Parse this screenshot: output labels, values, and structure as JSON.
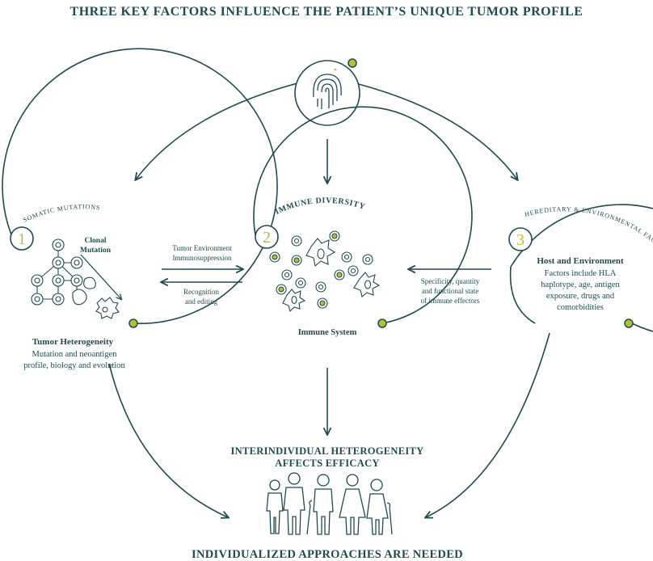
{
  "colors": {
    "teal": "#1f4b4f",
    "accent": "#b6bf3a",
    "white": "#ffffff"
  },
  "title": "THREE KEY FACTORS INFLUENCE THE PATIENT’S UNIQUE TUMOR PROFILE",
  "top_icon": "fingerprint-icon",
  "factors": [
    {
      "number": "1",
      "arc_label": "SOMATIC MUTATIONS",
      "inner_title": "Clonal Mutation",
      "title": "Tumor Heterogeneity",
      "description_lines": [
        "Mutation and neoantigen",
        "profile, biology and evolution"
      ],
      "icon": "clonal-network-icon"
    },
    {
      "number": "2",
      "arc_label": "IMMUNE DIVERSITY",
      "title": "Immune System",
      "icon": "immune-cells-icon"
    },
    {
      "number": "3",
      "arc_label": "HEREDITARY & ENVIRONMENTAL FACTORS",
      "title": "Host and Environment",
      "description_lines": [
        "Factors include HLA",
        "haplotype, age, antigen",
        "exposure, drugs and",
        "comorbidities"
      ]
    }
  ],
  "arrows": {
    "tumor_env_lines": [
      "Tumor Environment",
      "Immunosuppression"
    ],
    "recognition_lines": [
      "Recognition",
      "and editing"
    ],
    "specificity_lines": [
      "Specificity, quantity",
      "and functional state",
      "of immune effectors"
    ]
  },
  "conclusion": {
    "heterogeneity_lines": [
      "INTERINDIVIDUAL HETEROGENEITY",
      "AFFECTS EFFICACY"
    ],
    "people_icon": "diverse-people-icon",
    "final": "INDIVIDUALIZED APPROACHES ARE NEEDED"
  }
}
